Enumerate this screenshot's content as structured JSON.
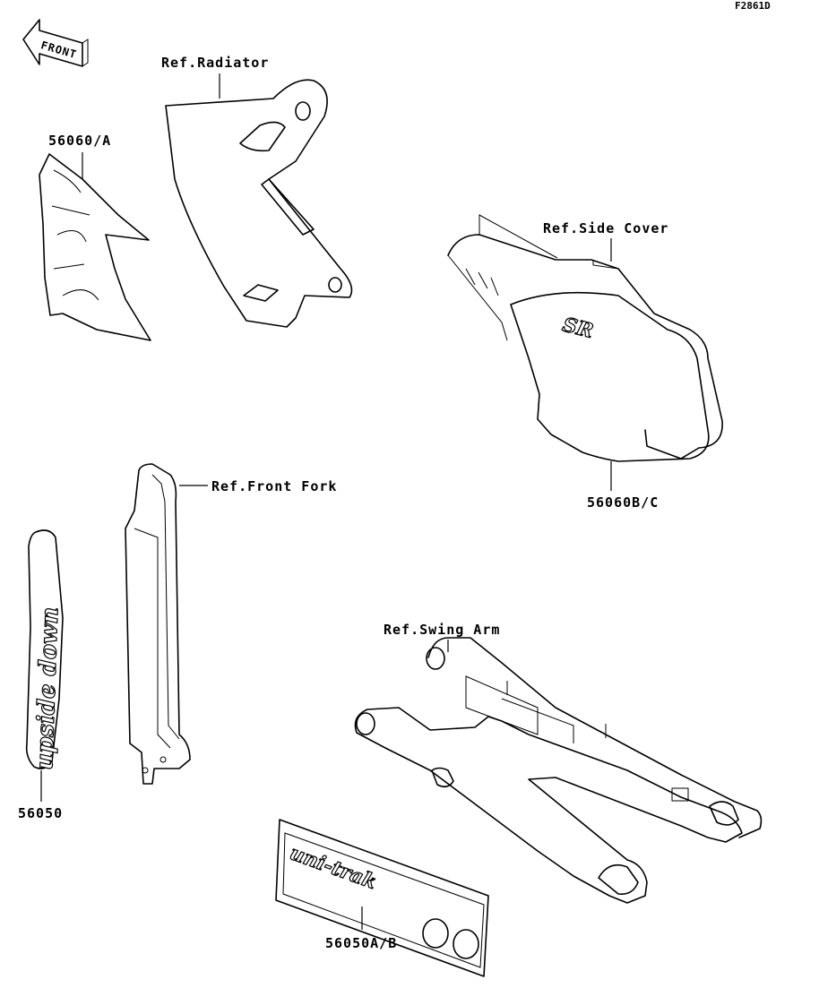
{
  "figure_code": "F2861D",
  "front_arrow": {
    "label": "FRONT"
  },
  "callouts": {
    "ref_radiator": "Ref.Radiator",
    "part_56060_a": "56060/A",
    "ref_side_cover": "Ref.Side Cover",
    "part_56060_bc": "56060B/C",
    "ref_front_fork": "Ref.Front Fork",
    "part_56050": "56050",
    "ref_swing_arm": "Ref.Swing Arm",
    "part_56050_ab": "56050A/B"
  },
  "decals": {
    "fork_decal_text": "upside down",
    "side_cover_logo": "SR",
    "swing_arm_decal_text": "uni-trak"
  }
}
